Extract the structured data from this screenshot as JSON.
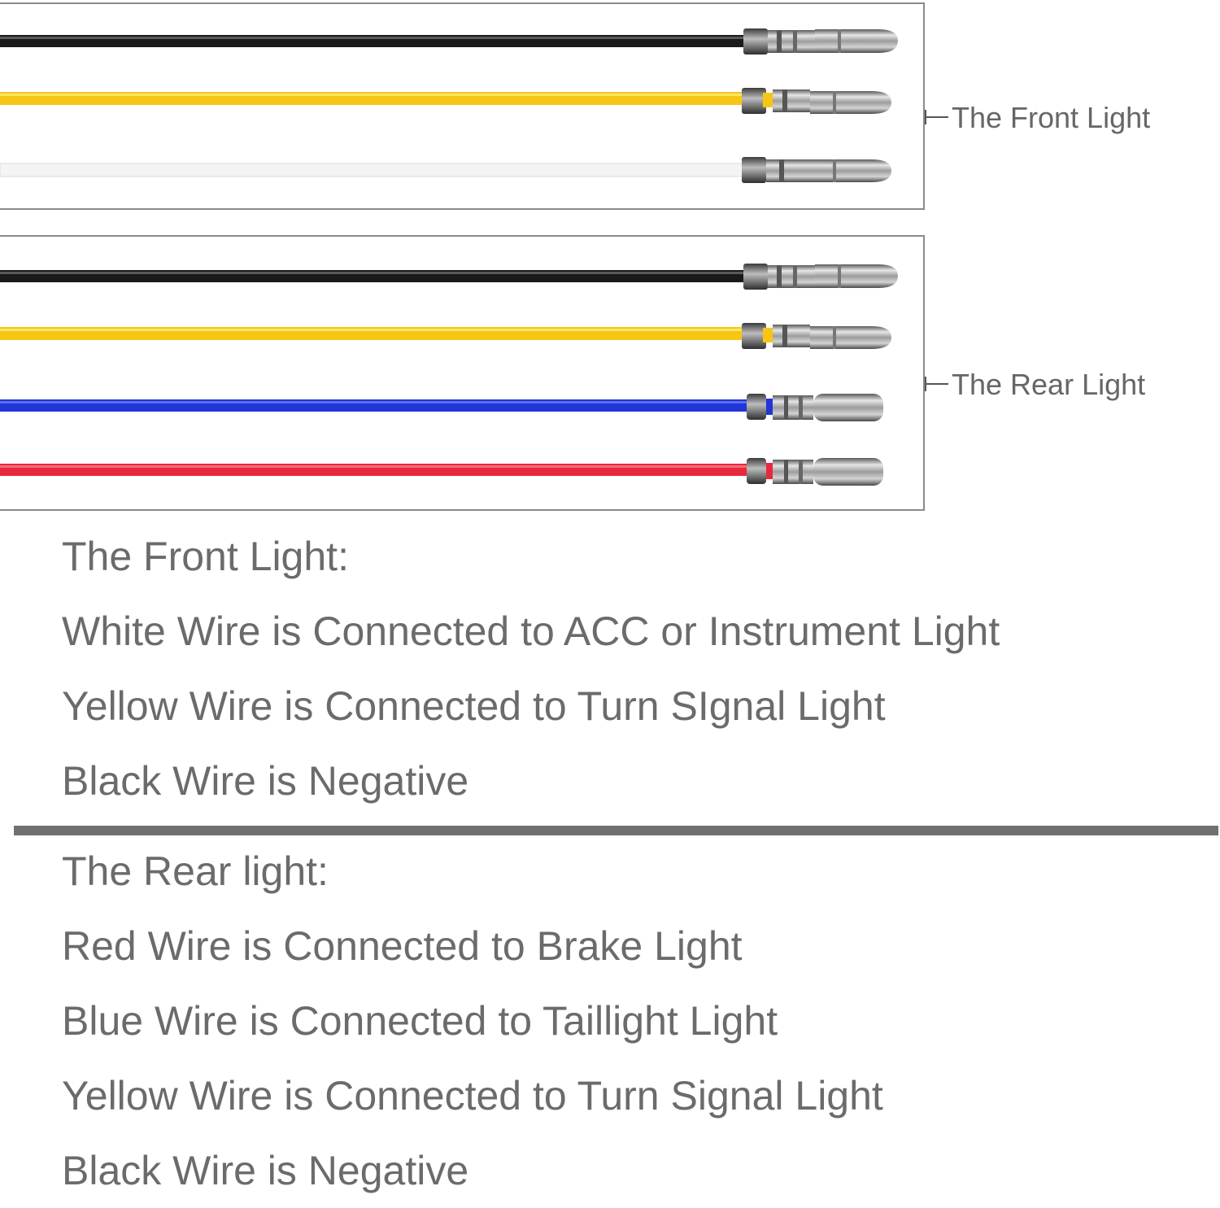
{
  "colors": {
    "box_border": "#8a8a8a",
    "separator": "#707070",
    "text": "#6b6b6b",
    "wire_black": "#1a1a1a",
    "wire_yellow": "#f7c514",
    "wire_white": "#f4f4f4",
    "wire_blue": "#2235d6",
    "wire_red": "#e8283c",
    "terminal_metal": "#9a9a9a"
  },
  "front_group": {
    "label": "The Front Light",
    "wires": [
      {
        "color": "black",
        "icon": "bullet-terminal-icon"
      },
      {
        "color": "yellow",
        "icon": "bullet-terminal-icon"
      },
      {
        "color": "white",
        "icon": "bullet-terminal-icon"
      }
    ]
  },
  "rear_group": {
    "label": "The Rear Light",
    "wires": [
      {
        "color": "black",
        "icon": "bullet-terminal-icon"
      },
      {
        "color": "yellow",
        "icon": "bullet-terminal-icon"
      },
      {
        "color": "blue",
        "icon": "bullet-socket-icon"
      },
      {
        "color": "red",
        "icon": "bullet-socket-icon"
      }
    ]
  },
  "front_text": {
    "heading": "The Front Light:",
    "lines": [
      "White Wire is Connected to ACC or Instrument Light",
      "Yellow Wire is Connected to Turn SIgnal Light",
      "Black Wire is Negative"
    ]
  },
  "rear_text": {
    "heading": "The Rear light:",
    "lines": [
      "Red Wire is Connected to Brake Light",
      "Blue Wire is Connected to Taillight Light",
      "Yellow Wire is Connected to Turn Signal Light",
      "Black Wire is Negative"
    ]
  }
}
